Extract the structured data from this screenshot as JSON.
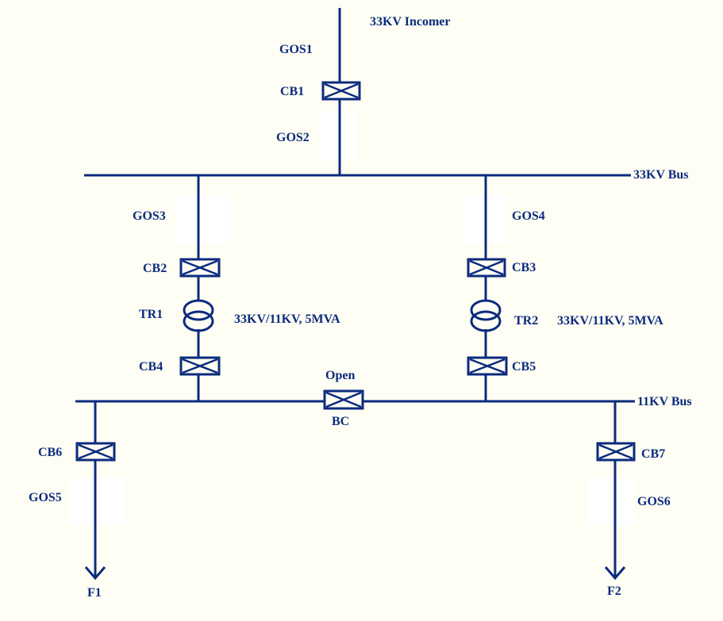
{
  "labels": {
    "incomer": "33KV Incomer",
    "gos1": "GOS1",
    "cb1": "CB1",
    "gos2": "GOS2",
    "bus33": "33KV Bus",
    "gos3": "GOS3",
    "gos4": "GOS4",
    "cb2": "CB2",
    "cb3": "CB3",
    "tr1": "TR1",
    "tr1_rating": "33KV/11KV, 5MVA",
    "tr2": "TR2",
    "tr2_rating": "33KV/11KV, 5MVA",
    "cb4": "CB4",
    "cb5": "CB5",
    "bc_state": "Open",
    "bc": "BC",
    "bus11": "11KV Bus",
    "cb6": "CB6",
    "cb7": "CB7",
    "gos5": "GOS5",
    "gos6": "GOS6",
    "f1": "F1",
    "f2": "F2"
  },
  "colors": {
    "line": "#0c2b7e",
    "background": "#fefef4"
  }
}
